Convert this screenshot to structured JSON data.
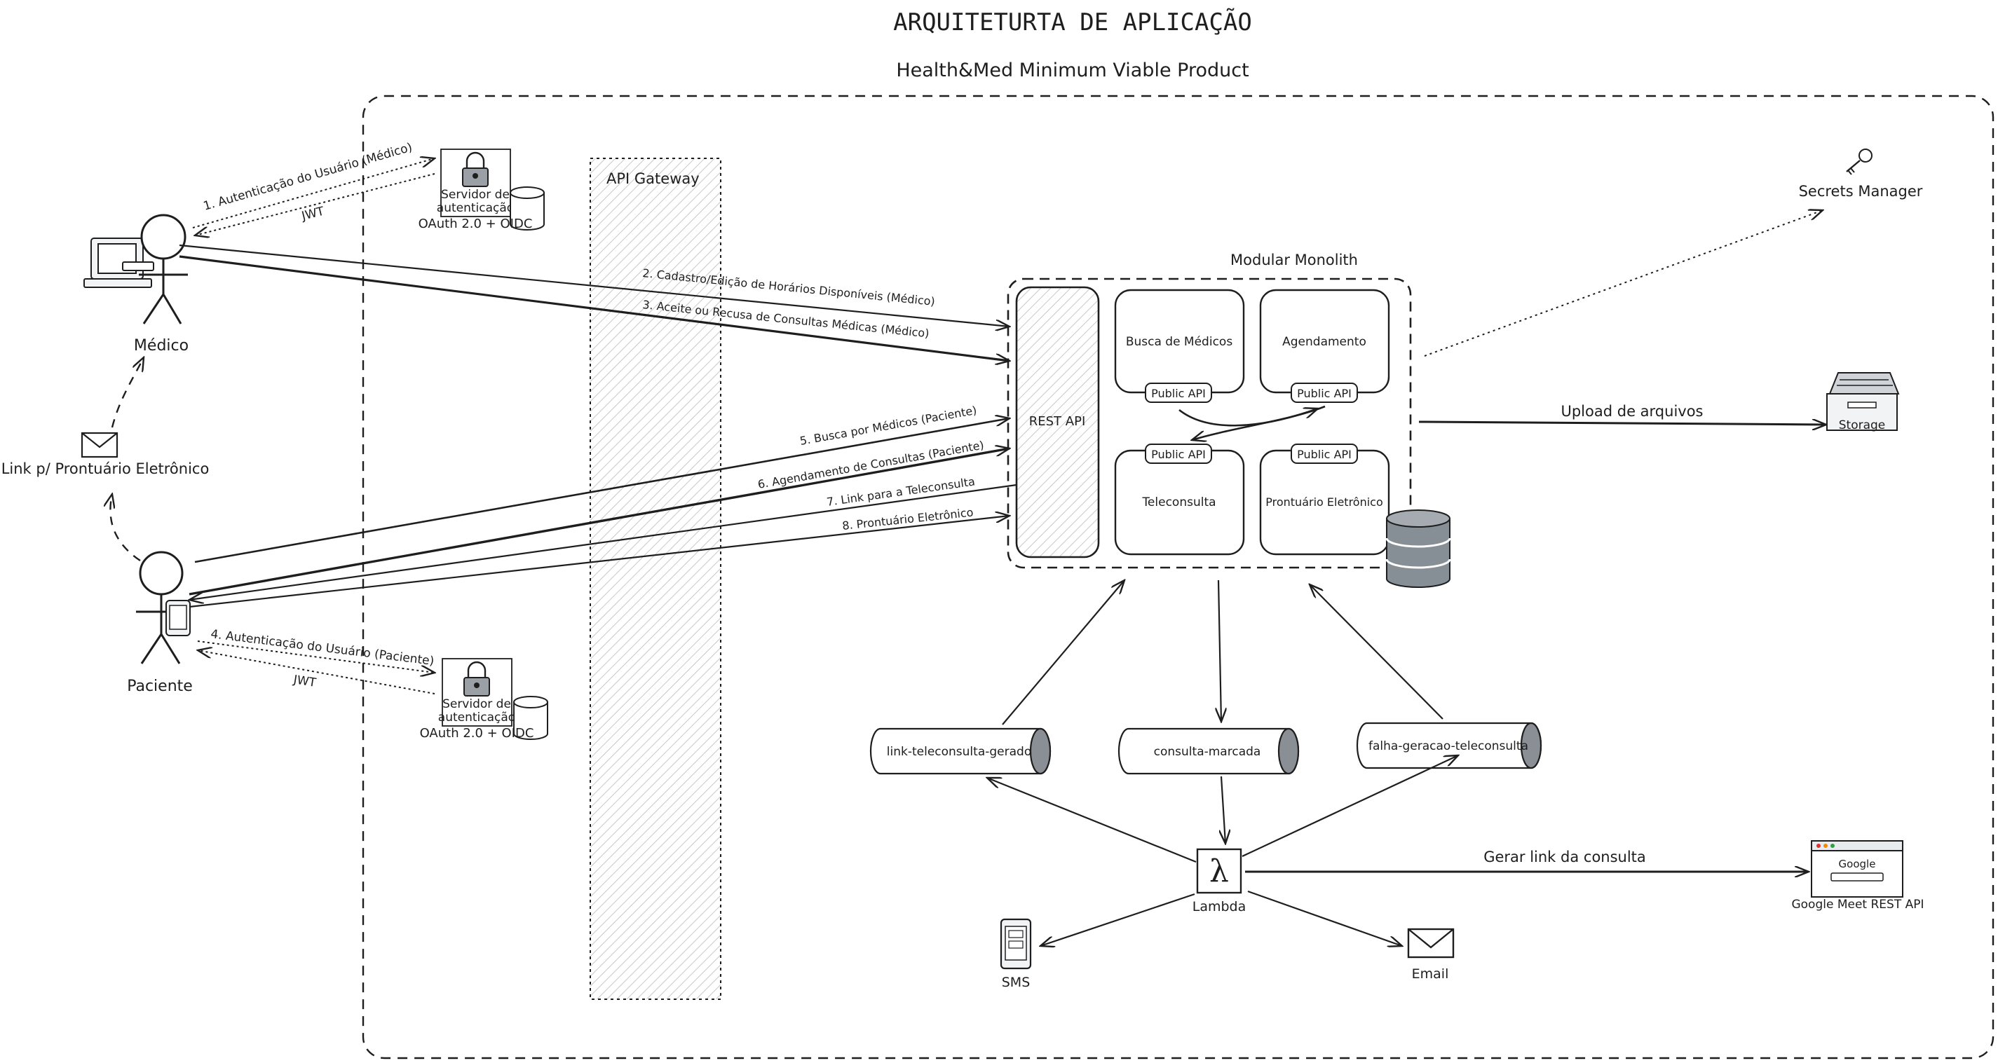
{
  "title": "ARQUITETURTA DE APLICAÇÃO",
  "subtitle": "Health&Med Minimum Viable Product",
  "actors": {
    "medico": "Médico",
    "paciente": "Paciente",
    "link_prontuario": "Link p/ Prontuário Eletrônico"
  },
  "auth_servers": {
    "label_line1": "Servidor de",
    "label_line2": "autenticação",
    "caption": "OAuth 2.0 + OIDC"
  },
  "api_gateway": "API Gateway",
  "monolith": {
    "title": "Modular Monolith",
    "rest_api": "REST API",
    "public_api": "Public API",
    "modules": {
      "busca": "Busca de Médicos",
      "agendamento": "Agendamento",
      "teleconsulta": "Teleconsulta",
      "prontuario": "Prontuário Eletrônico"
    }
  },
  "flows": {
    "auth_medico": "1. Autenticação do Usuário (Médico)",
    "jwt": "JWT",
    "cadastro": "2. Cadastro/Edição de Horários Disponíveis (Médico)",
    "aceite": "3. Aceite ou Recusa de Consultas Médicas (Médico)",
    "auth_paciente": "4. Autenticação do Usuário (Paciente)",
    "busca": "5. Busca por Médicos (Paciente)",
    "agendamento": "6. Agendamento de Consultas (Paciente)",
    "link_tele": "7. Link para a Teleconsulta",
    "prontuario": "8. Prontuário Eletrônico",
    "upload": "Upload de arquivos",
    "gerar_link": "Gerar link da consulta"
  },
  "queues": {
    "q1": "link-teleconsulta-gerado",
    "q2": "consulta-marcada",
    "q3": "falha-geracao-teleconsulta"
  },
  "services": {
    "secrets": "Secrets Manager",
    "storage": "Storage",
    "lambda": "Lambda",
    "sms": "SMS",
    "email": "Email",
    "google_meet": "Google Meet REST API",
    "google_logo": "Google"
  },
  "colors": {
    "stroke": "#1e1e1e",
    "hatch": "#bcbcbc",
    "cylinder_end": "#8a8f96",
    "db": "#868e96"
  }
}
